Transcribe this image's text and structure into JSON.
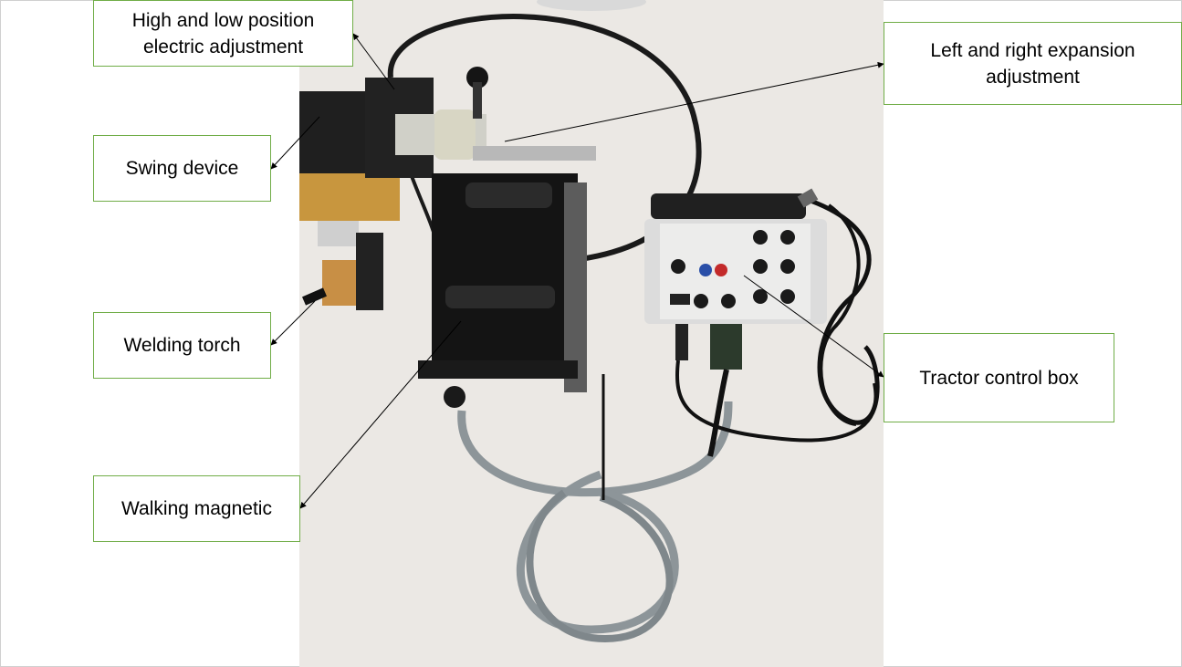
{
  "callouts": {
    "high_low": "High and low position electric adjustment",
    "swing": "Swing device",
    "torch": "Welding torch",
    "walking": "Walking magnetic",
    "left_right": "Left and right expansion adjustment",
    "control_box": "Tractor control box"
  },
  "colors": {
    "callout_border": "#70ad47",
    "photo_background": "#eeece9",
    "carriage_body": "#141414",
    "brass_bracket": "#c8963e",
    "cable_grey": "#8d9599",
    "control_panel": "#e9e9e7"
  }
}
